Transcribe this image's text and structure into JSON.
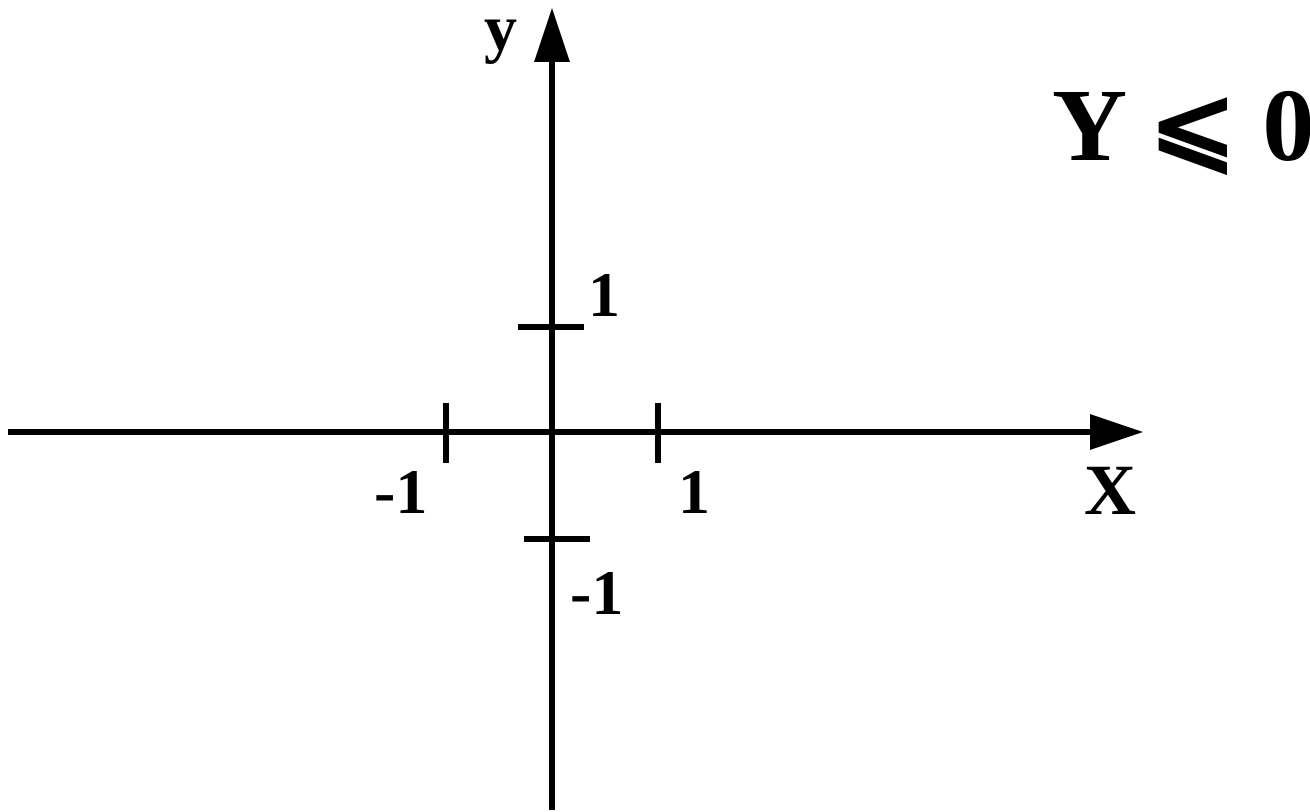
{
  "axes": {
    "x_label": "X",
    "y_label": "y"
  },
  "ticks": {
    "x_neg": "-1",
    "x_pos": "1",
    "y_pos": "1",
    "y_neg": "-1"
  },
  "condition": {
    "text": "Y ⩽ 0"
  },
  "colors": {
    "ink": "#000000",
    "background": "#ffffff"
  }
}
